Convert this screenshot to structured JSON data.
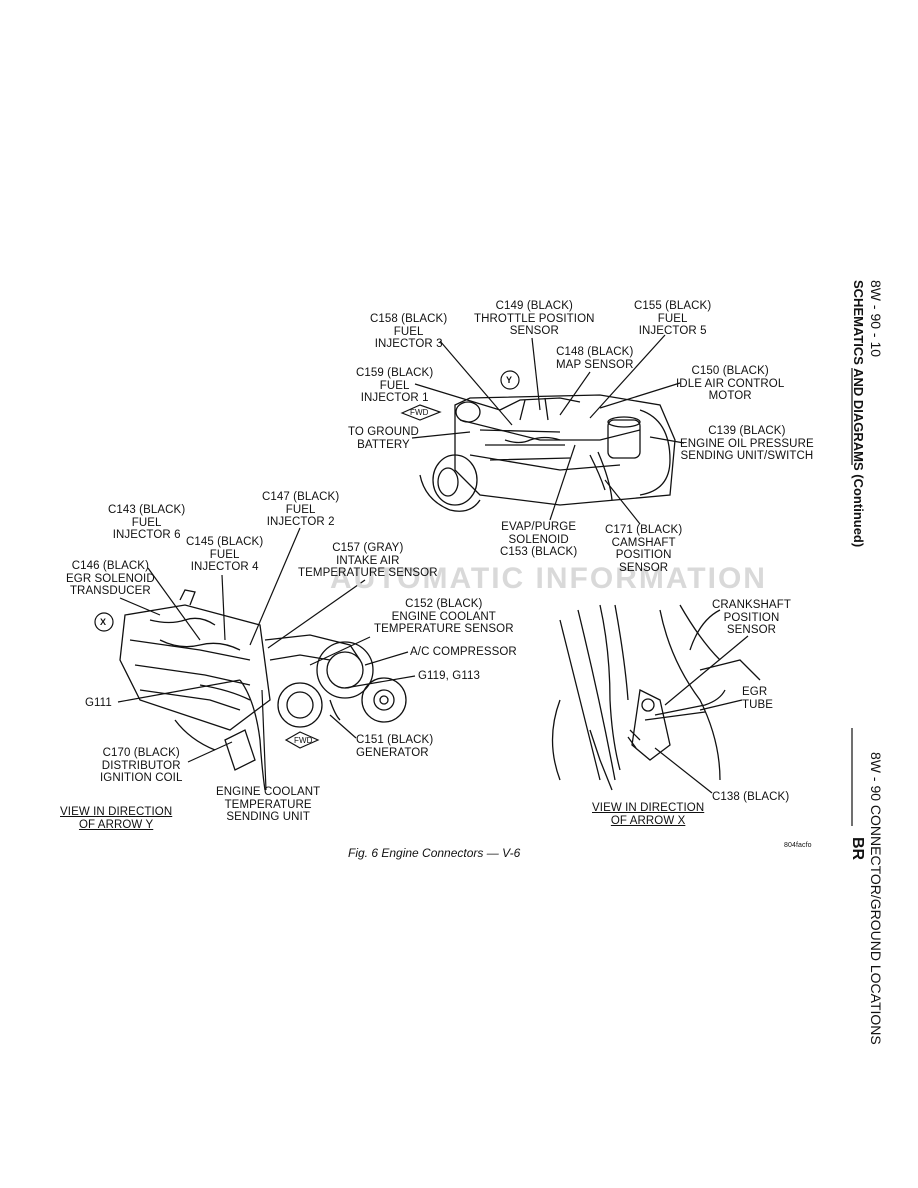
{
  "labels": {
    "c149": "C149 (BLACK)\nTHROTTLE POSITION\nSENSOR",
    "c155": "C155 (BLACK)\nFUEL\nINJECTOR 5",
    "c158": "C158 (BLACK)\nFUEL\nINJECTOR 3",
    "c148": "C148 (BLACK)\nMAP SENSOR",
    "c159": "C159 (BLACK)\nFUEL\nINJECTOR 1",
    "c150": "C150 (BLACK)\nIDLE AIR CONTROL\nMOTOR",
    "c139": "C139 (BLACK)\nENGINE OIL PRESSURE\nSENDING UNIT/SWITCH",
    "ground": "TO GROUND\nBATTERY",
    "evap": "EVAP/PURGE\nSOLENOID\nC153 (BLACK)",
    "c171": "C171 (BLACK)\nCAMSHAFT\nPOSITION\nSENSOR",
    "c147": "C147 (BLACK)\nFUEL\nINJECTOR 2",
    "c143": "C143 (BLACK)\nFUEL\nINJECTOR 6",
    "c145": "C145 (BLACK)\nFUEL\nINJECTOR 4",
    "c157": "C157 (GRAY)\nINTAKE AIR\nTEMPERATURE SENSOR",
    "c146": "C146 (BLACK)\nEGR SOLENOID\nTRANSDUCER",
    "c152": "C152 (BLACK)\nENGINE COOLANT\nTEMPERATURE SENSOR",
    "ac": "A/C COMPRESSOR",
    "g119": "G119, G113",
    "g111": "G111",
    "c151": "C151 (BLACK)\nGENERATOR",
    "c170": "C170 (BLACK)\nDISTRIBUTOR\nIGNITION COIL",
    "ect_unit": "ENGINE COOLANT\nTEMPERATURE\nSENDING UNIT",
    "view_y": "VIEW IN DIRECTION\nOF ARROW Y",
    "crank": "CRANKSHAFT\nPOSITION\nSENSOR",
    "egr_tube": "EGR\nTUBE",
    "c138": "C138 (BLACK)",
    "view_x": "VIEW IN DIRECTION\nOF ARROW X",
    "fwd": "FWD",
    "arrow_x": "X",
    "arrow_y": "Y",
    "image_code": "804facfo"
  },
  "caption": "Fig. 6 Engine Connectors — V-6",
  "side_header": {
    "page": "8W - 90 - 10",
    "section": "8W - 90 CONNECTOR/GROUND LOCATIONS",
    "subtitle": "SCHEMATICS AND DIAGRAMS (Continued)",
    "vehicle": "BR"
  },
  "watermark": "AUTOMATIC INFORMATION"
}
